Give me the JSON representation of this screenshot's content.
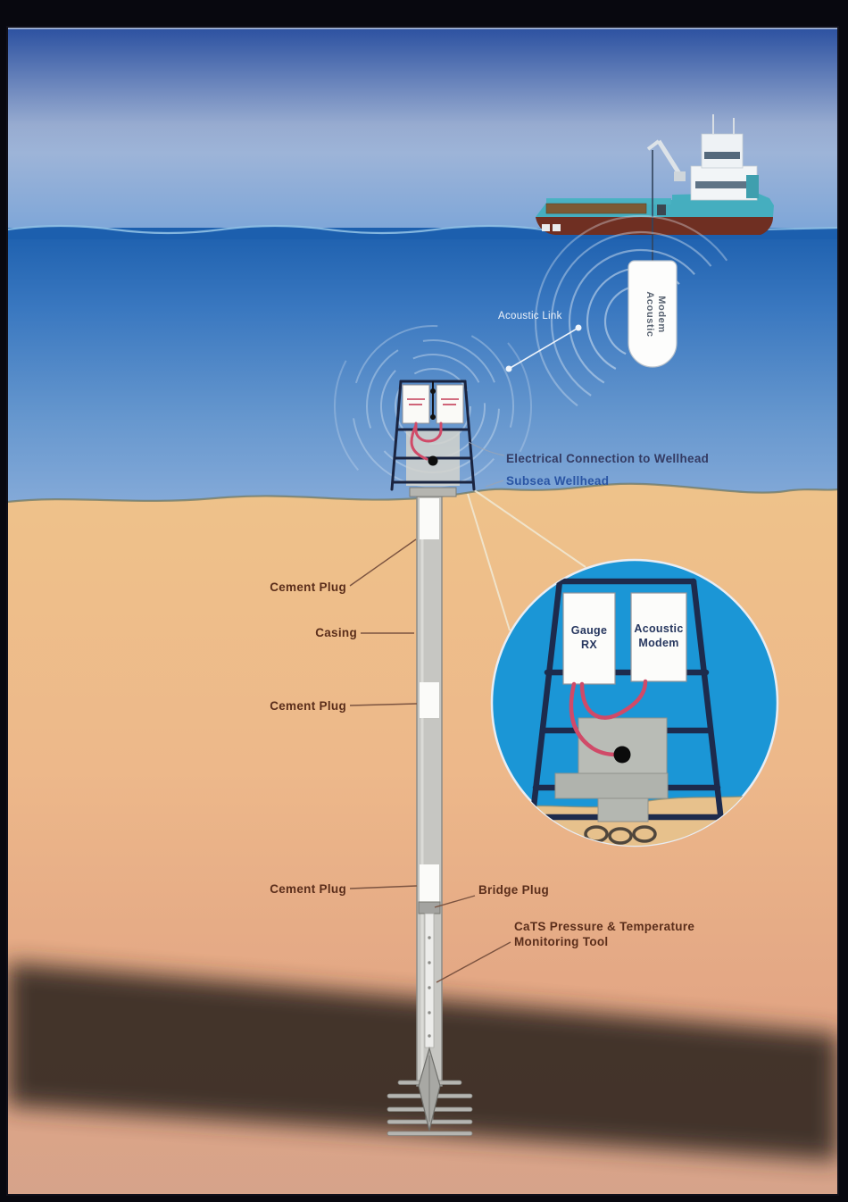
{
  "diagram": {
    "surface": {
      "acoustic_link_label": "Acoustic Link",
      "acoustic_modem_capsule_line1": "Acoustic",
      "acoustic_modem_capsule_line2": "Modem"
    },
    "wellhead": {
      "electrical_connection_label": "Electrical Connection to Wellhead",
      "subsea_wellhead_label": "Subsea Wellhead"
    },
    "well": {
      "cement_plug_upper_label": "Cement Plug",
      "casing_label": "Casing",
      "cement_plug_middle_label": "Cement Plug",
      "cement_plug_lower_label": "Cement Plug",
      "bridge_plug_label": "Bridge Plug",
      "cats_label_line1": "CaTS Pressure & Temperature",
      "cats_label_line2": "Monitoring Tool"
    },
    "detail_inset": {
      "gauge_box_line1": "Gauge",
      "gauge_box_line2": "RX",
      "modem_box_line1": "Acoustic",
      "modem_box_line2": "Modem"
    },
    "colors": {
      "sky_top": "#2b50a0",
      "sky_horizon": "#9db4d8",
      "sea_surface": "#1c5fae",
      "sea_deep": "#83a9d8",
      "sand": "#eec28a",
      "dark_stratum": "#3a2f27",
      "inset_blue": "#1b96d6",
      "frame_navy": "#1d2b4d",
      "cable_red": "#d04a68",
      "ship_teal": "#45aebf",
      "hull_maroon": "#6f2f22",
      "casing_gray": "#c6c6c2",
      "label_brown": "#5b2e1b",
      "label_navy": "#343b63",
      "label_blue": "#2a55a4"
    }
  }
}
